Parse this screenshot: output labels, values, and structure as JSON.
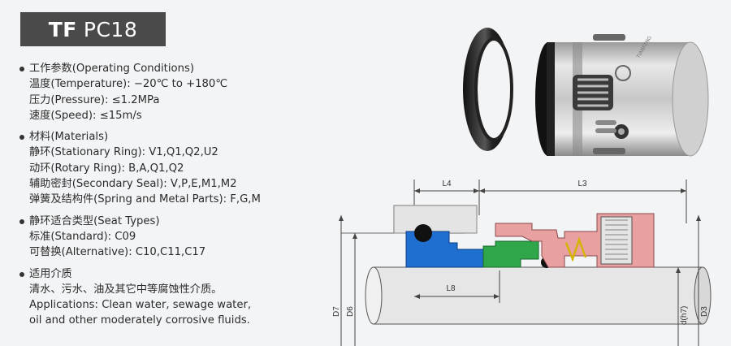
{
  "title": {
    "brand": "TF",
    "model": "PC18"
  },
  "sections": [
    {
      "heading": "工作参数(Operating Conditions)",
      "lines": [
        "温度(Temperature): −20℃ to +180℃",
        "压力(Pressure): ≤1.2MPa",
        "速度(Speed): ≤15m/s"
      ]
    },
    {
      "heading": "材料(Materials)",
      "lines": [
        "静环(Stationary Ring): V1,Q1,Q2,U2",
        "动环(Rotary Ring): B,A,Q1,Q2",
        "辅助密封(Secondary Seal): V,P,E,M1,M2",
        "弹簧及结构件(Spring and Metal Parts): F,G,M"
      ]
    },
    {
      "heading": "静环适合类型(Seat Types)",
      "lines": [
        "标准(Standard): C09",
        "可替换(Alternative): C10,C11,C17"
      ]
    },
    {
      "heading": "适用介质",
      "lines": [
        "清水、污水、油及其它中等腐蚀性介质。",
        "Applications: Clean water, sewage water,",
        "oil and other moderately corrosive fluids."
      ]
    }
  ],
  "drawing": {
    "dims": {
      "l4": "L4",
      "l3": "L3",
      "l8": "L8",
      "d7": "D7",
      "d6": "D6",
      "dh7": "d(h7)",
      "d3": "D3"
    },
    "colors": {
      "seat": "#1e6fd0",
      "rotary": "#2fa64a",
      "housing": "#e8a0a0",
      "shaft": "#e6e6e6"
    }
  },
  "photo": {
    "logo": "TIANFENG"
  }
}
